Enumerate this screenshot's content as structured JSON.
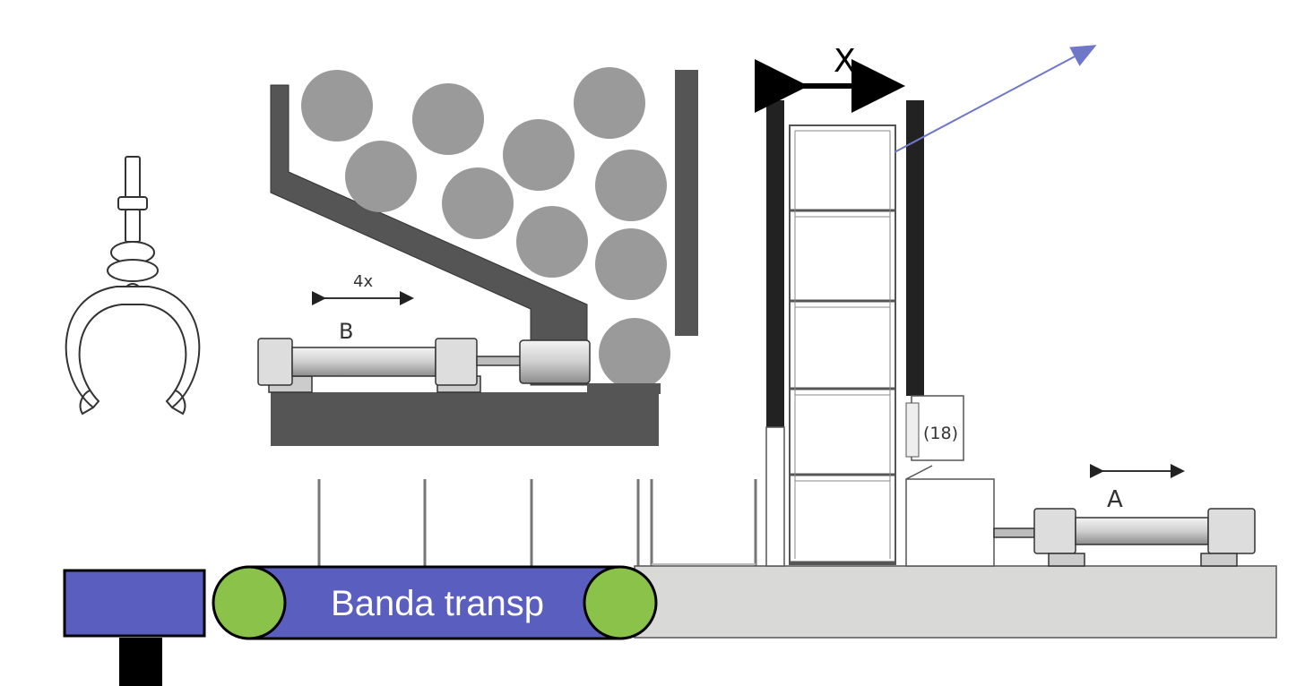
{
  "labels": {
    "x_dimension": "X",
    "cylinder_b": "B",
    "cylinder_b_travel": "4x",
    "cylinder_a": "A",
    "sensor_ref": "(18)",
    "belt": "Banda transp"
  },
  "colors": {
    "belt_fill": "#5a5fbf",
    "roller_fill": "#8ac24a",
    "ball_fill": "#9a9a9a",
    "hopper_fill": "#555555",
    "base_plate_fill": "#d9dad7",
    "arrow_line": "#6f78c8",
    "dark": "#222222"
  },
  "icons": [
    "gripper-claw-icon",
    "double-arrow-icon",
    "pneumatic-cylinder-icon"
  ]
}
